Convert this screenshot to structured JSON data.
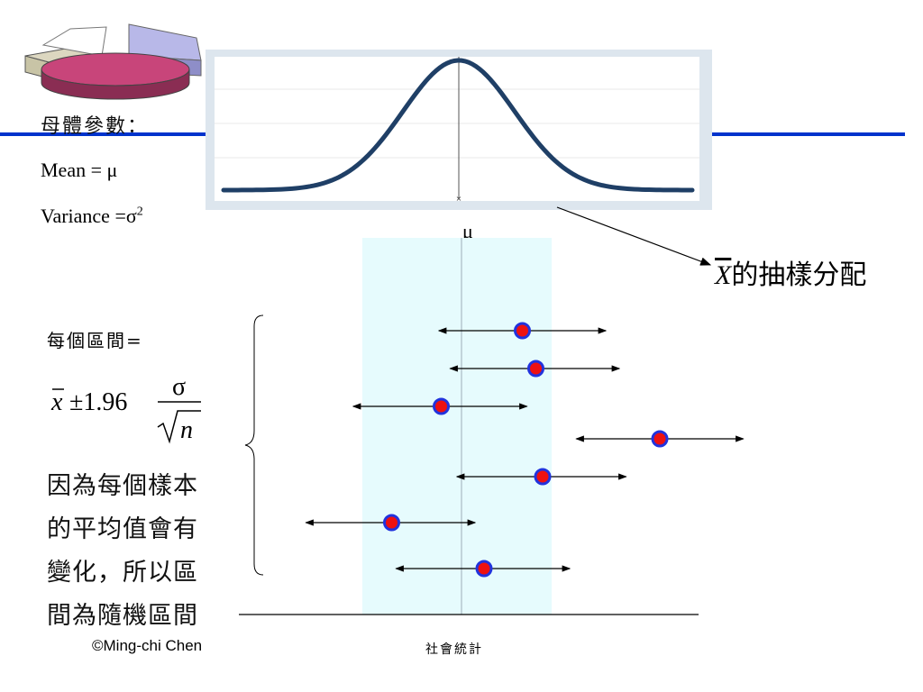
{
  "population": {
    "title": "母體參數：",
    "mean_label": "Mean = μ",
    "variance_label": "Variance =σ",
    "variance_sup": "2"
  },
  "normal_curve": {
    "mu_label": "μ",
    "tick_mark": "×"
  },
  "sampling": {
    "xbar": "X",
    "text": "的抽樣分配"
  },
  "interval": {
    "label": "每個區間=",
    "xbar": "x",
    "pm": "±1.96",
    "numerator": "σ",
    "denominator": "n"
  },
  "explanation": {
    "lines": [
      "因為每個樣本",
      "的平均值會有",
      "變化，所以區",
      "間為隨機區間"
    ]
  },
  "chart_data": {
    "type": "scatter",
    "description_axis": "x relative to μ",
    "mu": 0,
    "intervals": [
      {
        "center": 1.35,
        "low": -0.5,
        "high": 3.2
      },
      {
        "center": 1.65,
        "low": -0.25,
        "high": 3.5
      },
      {
        "center": -0.45,
        "low": -2.4,
        "high": 1.45
      },
      {
        "center": 4.4,
        "low": 2.55,
        "high": 6.25
      },
      {
        "center": 1.8,
        "low": -0.1,
        "high": 3.65
      },
      {
        "center": -1.55,
        "low": -3.45,
        "high": 0.3
      },
      {
        "center": 0.5,
        "low": -1.45,
        "high": 2.4
      }
    ],
    "confidence_band": [
      -2.2,
      2.0
    ],
    "colors": {
      "point_fill": "#ee1111",
      "point_stroke": "#2233dd",
      "band": "#e6fbfd",
      "curve": "#1f3f66"
    }
  },
  "footer": {
    "copyright": "©Ming-chi Chen",
    "title": "社會統計"
  }
}
